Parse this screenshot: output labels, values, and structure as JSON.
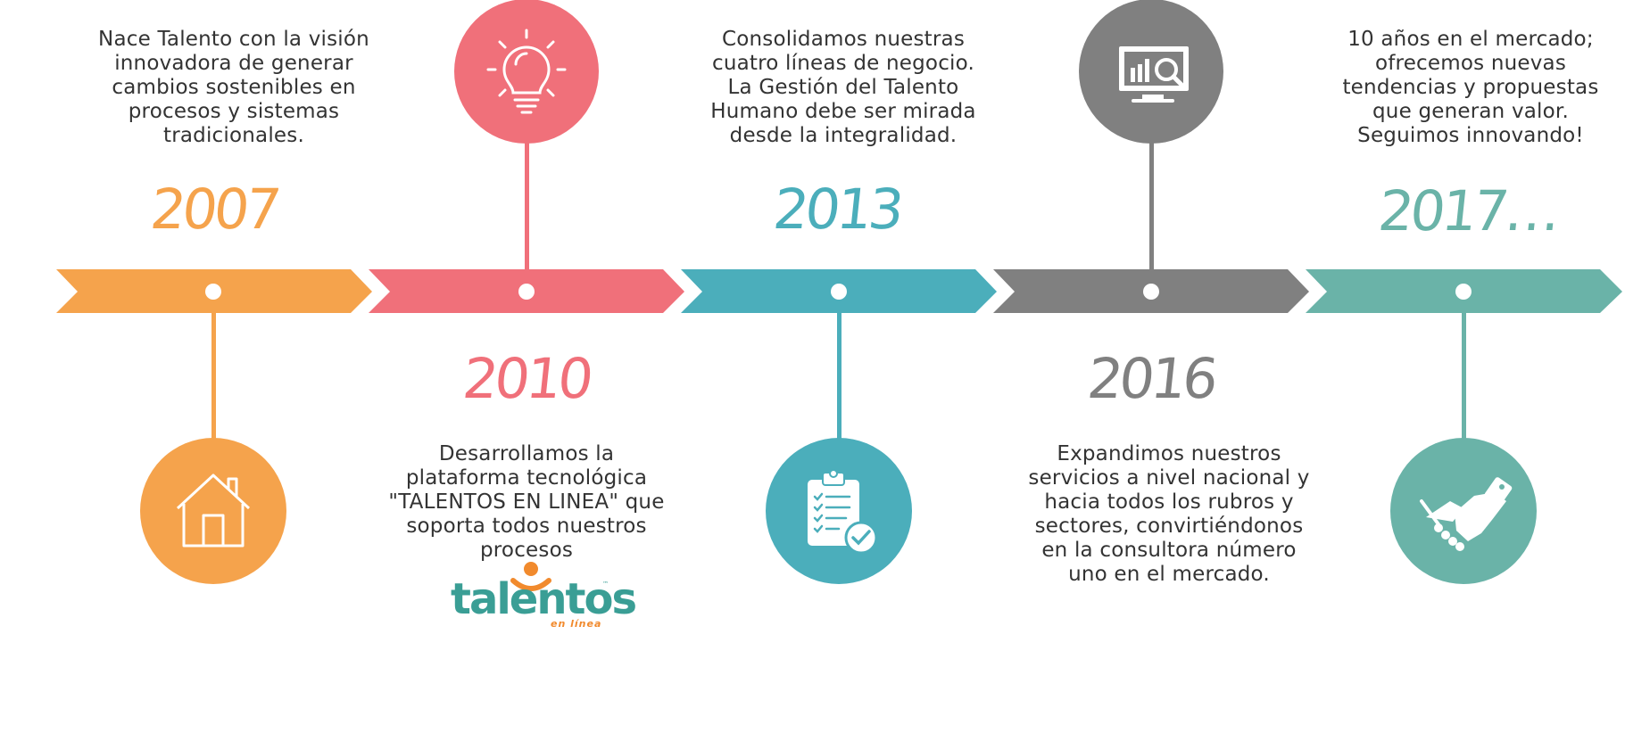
{
  "colors": {
    "orange": "#F5A34C",
    "pink": "#F0707A",
    "teal": "#4BAEBB",
    "gray": "#808080",
    "green": "#6AB3A8",
    "text": "#333333"
  },
  "milestones": [
    {
      "year": "2007",
      "text": "Nace Talento con la visión\ninnovadora de generar\ncambios sostenibles en\nprocesos y sistemas\ntradicionales.",
      "icon": "house-icon",
      "color": "orange"
    },
    {
      "year": "2010",
      "text": "Desarrollamos la\nplataforma tecnológica\n\"TALENTOS EN LINEA\" que\nsoporta todos nuestros\nprocesos",
      "icon": "lightbulb-icon",
      "color": "pink"
    },
    {
      "year": "2013",
      "text": "Consolidamos nuestras\ncuatro líneas de negocio.\nLa Gestión del Talento\nHumano debe ser mirada\ndesde la integralidad.",
      "icon": "clipboard-checklist-icon",
      "color": "teal"
    },
    {
      "year": "2016",
      "text": "Expandimos nuestros\nservicios a nivel nacional y\nhacia todos los rubros y\nsectores, convirtiéndonos\nen la  consultora número\nuno en el mercado.",
      "icon": "monitor-analytics-icon",
      "color": "gray"
    },
    {
      "year": "2017…",
      "text": "10 años en el mercado;\nofrecemos nuevas\ntendencias y propuestas\nque generan valor.\nSeguimos innovando!",
      "icon": "handshake-icon",
      "color": "green"
    }
  ],
  "logo": {
    "brand": "talentos",
    "tagline": "en línea",
    "trademark": "™"
  }
}
